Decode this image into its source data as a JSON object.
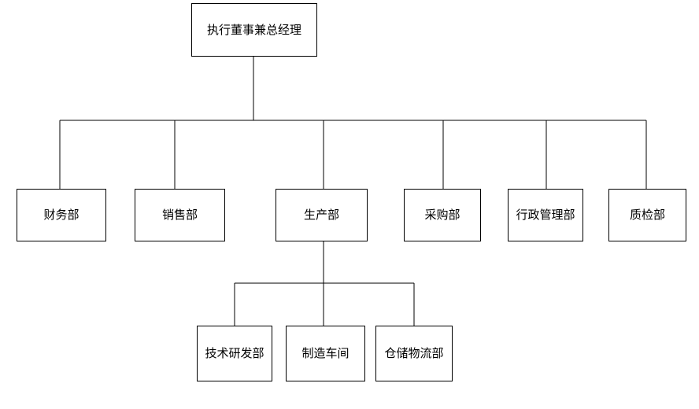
{
  "org_chart": {
    "type": "organization-chart",
    "root": {
      "label": "执行董事兼总经理",
      "children": [
        {
          "label": "财务部",
          "children": []
        },
        {
          "label": "销售部",
          "children": []
        },
        {
          "label": "生产部",
          "children": [
            {
              "label": "技术研发部"
            },
            {
              "label": "制造车间"
            },
            {
              "label": "仓储物流部"
            }
          ]
        },
        {
          "label": "采购部",
          "children": []
        },
        {
          "label": "行政管理部",
          "children": []
        },
        {
          "label": "质检部",
          "children": []
        }
      ]
    },
    "colors": {
      "canvas_background": "#ffffff",
      "box_fill": "#ffffff",
      "box_border": "#000000",
      "line": "#000000",
      "text": "#000000"
    }
  }
}
